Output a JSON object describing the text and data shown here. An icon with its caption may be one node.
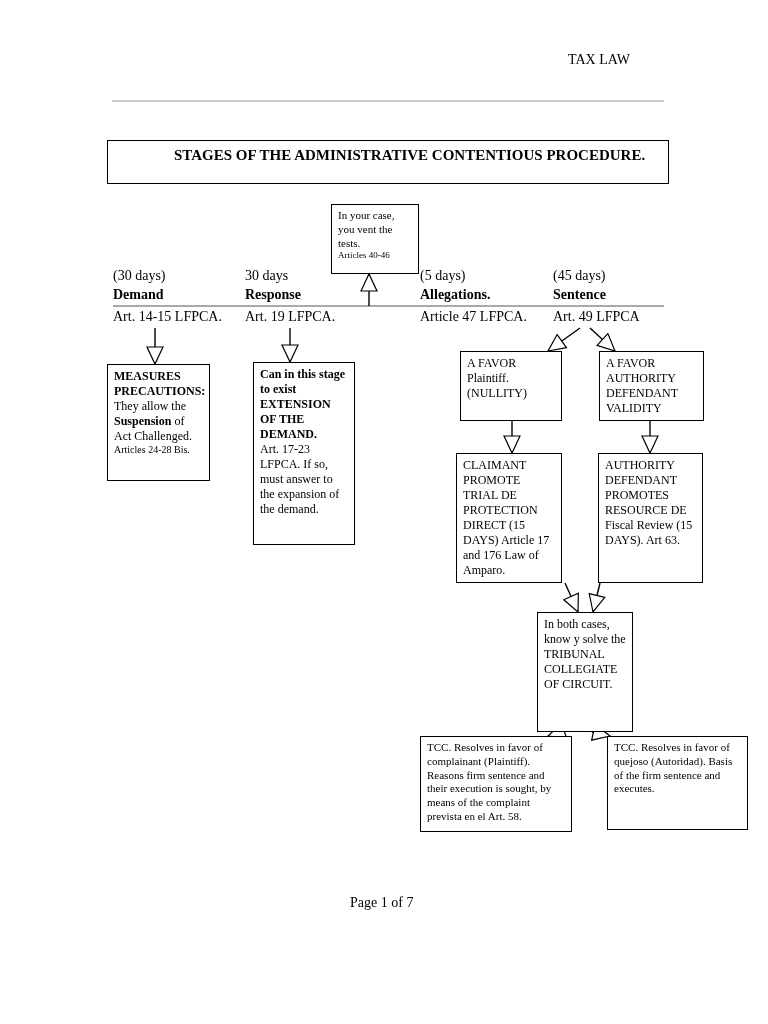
{
  "diagram": {
    "title": "STAGES OF THE ADMINISTRATIVE CONTENTIOUS PROCEDURE.",
    "nodes": [
      {
        "text": [
          "In your case, you vent the tests.",
          "Articles 40-46"
        ]
      },
      {
        "text": [
          "(30 days)",
          "Demand",
          "Art. 14-15 LFPCA."
        ]
      },
      {
        "text": [
          "30 days",
          "Response",
          "Art. 19 LFPCA."
        ]
      },
      {
        "text": [
          "(5 days)",
          "Allegations.",
          "Article 47 LFPCA."
        ]
      },
      {
        "text": [
          "(45 days)",
          "Sentence",
          "Art. 49 LFPCA"
        ]
      },
      {
        "text": [
          "MEASURES PRECAUTIONS:",
          "They allow the **Suspension** of Act Challenged.",
          "Articles 24-28 Bis."
        ]
      },
      {
        "text": [
          "Can in this stage to exist EXTENSION OF THE DEMAND.",
          "Art. 17-23 LFPCA. If so, must answer to the expansion of the demand."
        ]
      },
      {
        "text": [
          "A FAVOR Plaintiff. (NULLITY)"
        ]
      },
      {
        "text": [
          "A FAVOR AUTHORITY DEFENDANT VALIDITY"
        ]
      },
      {
        "text": [
          "CLAIMANT PROMOTE TRIAL DE PROTECTION DIRECT (15 DAYS) Article 17 and 176 Law of Amparo."
        ]
      },
      {
        "text": [
          "AUTHORITY DEFENDANT PROMOTES RESOURCE DE Fiscal Review (15 DAYS). Art 63."
        ]
      },
      {
        "text": [
          "In both cases, know y solve the TRIBUNAL COLLEGIATE OF CIRCUIT."
        ]
      },
      {
        "text": [
          "TCC. Resolves in favor of complainant (Plaintiff). Reasons firm sentence and their execution is sought, by means of the complaint prevista en el Art. 58."
        ]
      },
      {
        "text": [
          "TCC. Resolves in favor of quejoso (Autoridad). Basis of the firm sentence and executes."
        ]
      }
    ],
    "edges": [
      {
        "from": null,
        "to": 0,
        "arrow": "to"
      },
      {
        "from": 1,
        "to": 5,
        "arrow": "to"
      },
      {
        "from": 2,
        "to": 6,
        "arrow": "to"
      },
      {
        "from": 4,
        "to": 7,
        "arrow": "to"
      },
      {
        "from": 4,
        "to": 8,
        "arrow": "to"
      },
      {
        "from": 7,
        "to": 9,
        "arrow": "to"
      },
      {
        "from": 8,
        "to": 10,
        "arrow": "to"
      },
      {
        "from": 9,
        "to": 11,
        "arrow": "to"
      },
      {
        "from": 10,
        "to": 11,
        "arrow": "to"
      },
      {
        "from": 11,
        "to": 12,
        "arrow": "to"
      },
      {
        "from": 11,
        "to": 13,
        "arrow": "to"
      }
    ],
    "labels": [
      "TAX LAW",
      "Page 1 of 7"
    ]
  }
}
